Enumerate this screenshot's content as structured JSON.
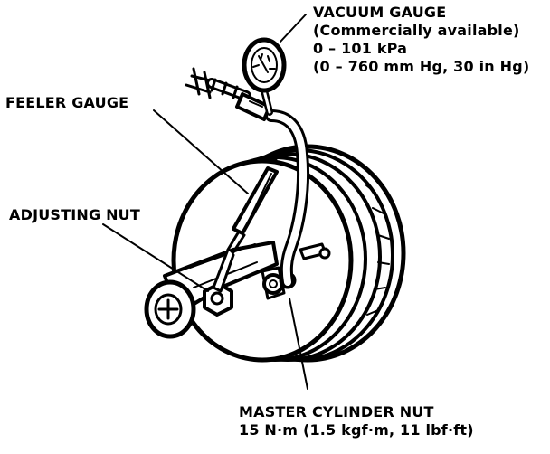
{
  "labels": {
    "vacuum_gauge": {
      "title": "VACUUM GAUGE",
      "line2": "(Commercially available)",
      "line3": "0 – 101 kPa",
      "line4": "(0 – 760 mm Hg, 30 in Hg)"
    },
    "feeler_gauge": "FEELER GAUGE",
    "adjusting_nut": "ADJUSTING NUT",
    "master_cylinder_nut": {
      "title": "MASTER CYLINDER NUT",
      "torque": "15 N·m (1.5 kgf·m, 11 lbf·ft)"
    }
  },
  "colors": {
    "ink": "#000000",
    "paper": "#ffffff"
  }
}
